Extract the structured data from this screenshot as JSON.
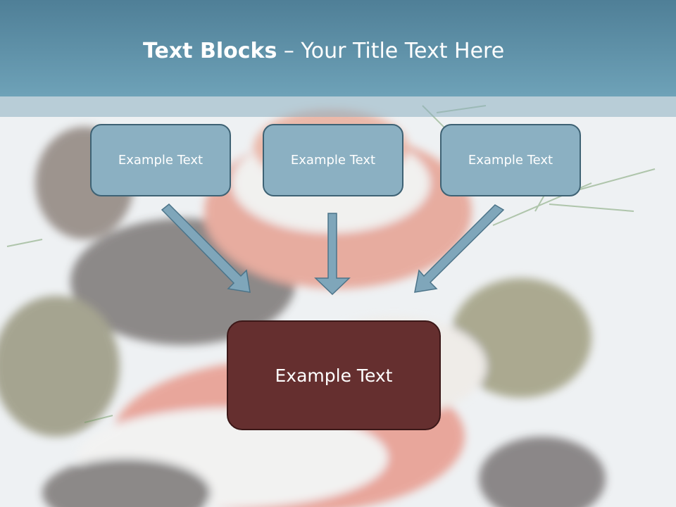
{
  "slide": {
    "title_bold": "Text Blocks",
    "title_dash": " – ",
    "title_rest": "Your Title Text Here"
  },
  "blocks": {
    "top": [
      {
        "text": "Example Text"
      },
      {
        "text": "Example Text"
      },
      {
        "text": "Example Text"
      }
    ],
    "bottom": {
      "text": "Example Text"
    }
  },
  "colors": {
    "title_bar": "#5f91a8",
    "top_box_fill": "#8bb0c2",
    "bottom_box_fill": "#652f2f",
    "arrow_fill": "#7fa6ba"
  }
}
